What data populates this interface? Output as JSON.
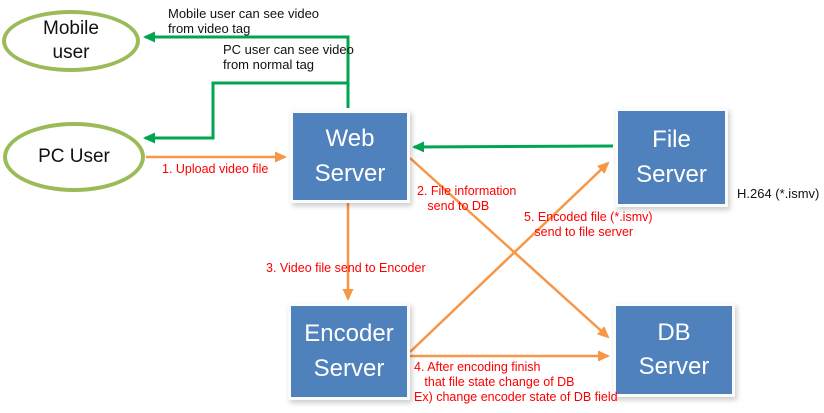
{
  "colors": {
    "box_blue": "#4f81bd",
    "box_text": "#ffffff",
    "ellipse_green": "#9bbb59",
    "arrow_green": "#00a550",
    "arrow_orange": "#f79646",
    "label_red": "#ff0000",
    "label_black": "#111111",
    "background": "#ffffff"
  },
  "nodes": {
    "mobile_user": {
      "label": "Mobile\nuser"
    },
    "pc_user": {
      "label": "PC User"
    },
    "web_server": {
      "label": "Web\nServer"
    },
    "file_server": {
      "label": "File\nServer"
    },
    "encoder_server": {
      "label": "Encoder\nServer"
    },
    "db_server": {
      "label": "DB\nServer"
    }
  },
  "edge_labels": {
    "mobile_video": "Mobile user can see video\nfrom video tag",
    "pc_video": "PC user can see video\nfrom normal tag",
    "step1": "1. Upload video file",
    "step2": "2. File information\n   send to DB",
    "step3": "3. Video file send to Encoder",
    "step4": "4. After encoding finish\n   that file state change of DB\nEx) change encoder state of DB field",
    "step5": "5. Encoded file (*.ismv)\n   send to file server"
  },
  "annotations": {
    "codec": "H.264 (*.ismv)"
  }
}
